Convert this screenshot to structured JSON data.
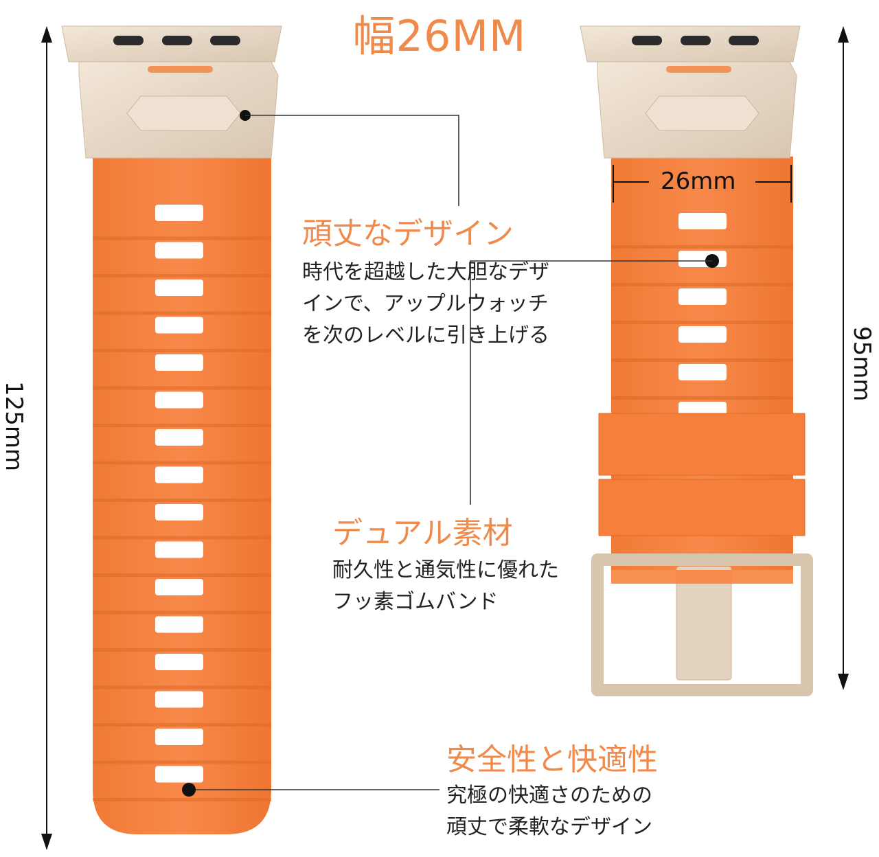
{
  "title": "幅26MM",
  "dimensions": {
    "total_length": "125mm",
    "short_length": "95mm",
    "width": "26mm"
  },
  "features": [
    {
      "heading": "頑丈なデザイン",
      "lines": [
        "時代を超越した大胆なデザ",
        "インで、アップルウォッチ",
        "を次のレベルに引き上げる"
      ]
    },
    {
      "heading": "デュアル素材",
      "lines": [
        "耐久性と通気性に優れた",
        "フッ素ゴムバンド"
      ]
    },
    {
      "heading": "安全性と快適性",
      "lines": [
        "究極の快適さのための",
        "頑丈で柔軟なデザイン"
      ]
    }
  ],
  "colors": {
    "band": "#f6843e",
    "band_dark": "#e8702b",
    "metal": "#e8d9c6",
    "accent_text": "#f08a4b"
  }
}
